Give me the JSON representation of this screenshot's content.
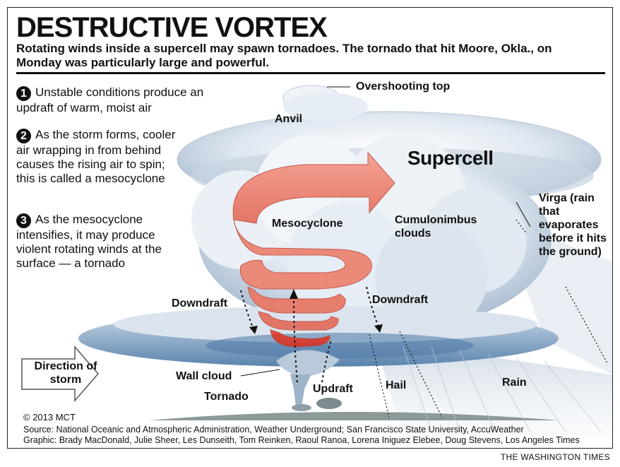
{
  "header": {
    "title": "DESTRUCTIVE VORTEX",
    "subtitle": "Rotating winds inside a supercell may spawn tornadoes. The tornado that hit Moore, Okla., on Monday was particularly large and powerful."
  },
  "steps": [
    {
      "number": "1",
      "text": "Unstable conditions produce an updraft of warm, moist air"
    },
    {
      "number": "2",
      "text": "As the storm forms, cooler air wrapping in from behind causes the rising air to spin; this is called a mesocyclone"
    },
    {
      "number": "3",
      "text": "As the mesocyclone intensifies, it may produce violent rotating winds at the surface — a tornado"
    }
  ],
  "labels": {
    "overshooting_top": "Overshooting top",
    "anvil": "Anvil",
    "supercell": "Supercell",
    "mesocyclone": "Mesocyclone",
    "cumulonimbus": "Cumulonimbus clouds",
    "virga": "Virga (rain that evaporates before it hits the ground)",
    "downdraft_left": "Downdraft",
    "downdraft_right": "Downdraft",
    "wall_cloud": "Wall cloud",
    "tornado": "Tornado",
    "updraft": "Updraft",
    "hail": "Hail",
    "rain": "Rain",
    "direction": "Direction of storm"
  },
  "colors": {
    "cloud": "#dfe7f0",
    "cloud_shadow": "#9fb3c8",
    "cloud_blue": "#4a78a8",
    "ribbon": "#f29484",
    "ribbon_dark": "#d8645a",
    "ribbon_hot": "#e0301e",
    "ground": "#8c9a9a"
  },
  "footer": {
    "copyright": "© 2013 MCT",
    "source": "Source: National Oceanic and Atmospheric Administration, Weather Underground; San Francisco State University, AccuWeather",
    "graphic": "Graphic: Brady MacDonald, Julie Sheer, Les Dunseith, Tom Reinken, Raoul Ranoa, Lorena Iniguez Elebee, Doug Stevens, Los Angeles Times",
    "brand": "THE WASHINGTON TIMES"
  }
}
